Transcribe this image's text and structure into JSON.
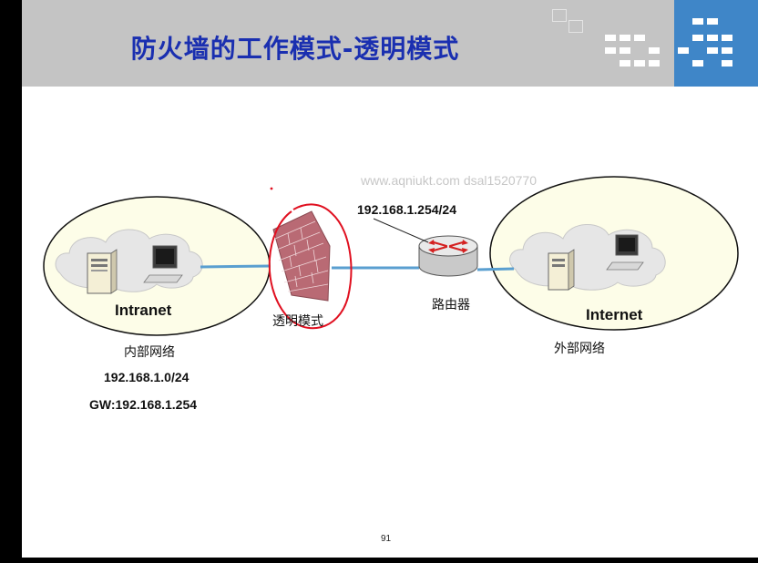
{
  "slide": {
    "title": "防火墙的工作模式-透明模式",
    "page_number": "91",
    "watermark": "www.aqniukt.com dsal1520770"
  },
  "diagram": {
    "intranet": {
      "label": "Intranet",
      "name": "内部网络",
      "subnet": "192.168.1.0/24",
      "gateway": "GW:192.168.1.254"
    },
    "firewall": {
      "mode_label": "透明模式"
    },
    "router": {
      "label": "路由器",
      "ip": "192.168.1.254/24"
    },
    "internet": {
      "label": "Internet",
      "name": "外部网络"
    }
  },
  "colors": {
    "title": "#1a2fb0",
    "header_bg": "#c4c4c4",
    "header_accent": "#3f86c8",
    "link_line": "#5a9fd0",
    "firewall_brick": "#b96a74",
    "annotation_circle": "#e01020"
  }
}
